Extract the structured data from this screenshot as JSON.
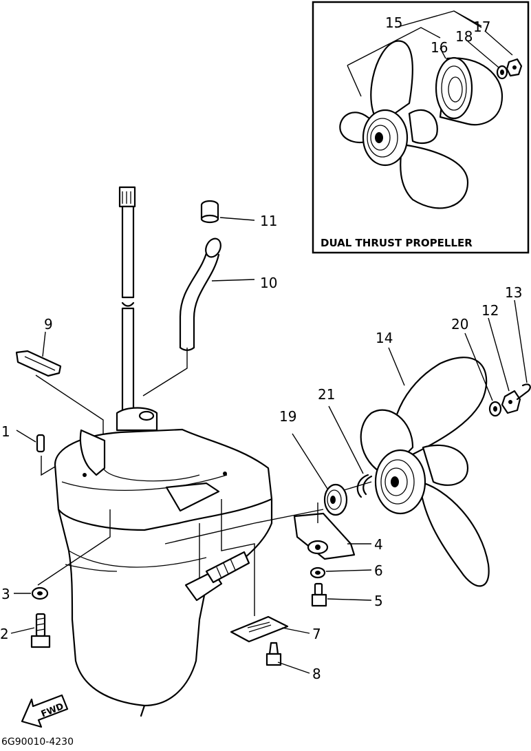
{
  "diagram": {
    "inset_title": "DUAL THRUST PROPELLER",
    "reference_code": "6G90010-4230",
    "fwd_label": "FWD",
    "callouts": [
      "1",
      "2",
      "3",
      "4",
      "5",
      "6",
      "7",
      "8",
      "9",
      "10",
      "11",
      "12",
      "13",
      "14",
      "15",
      "16",
      "17",
      "18",
      "19",
      "20",
      "21"
    ]
  }
}
